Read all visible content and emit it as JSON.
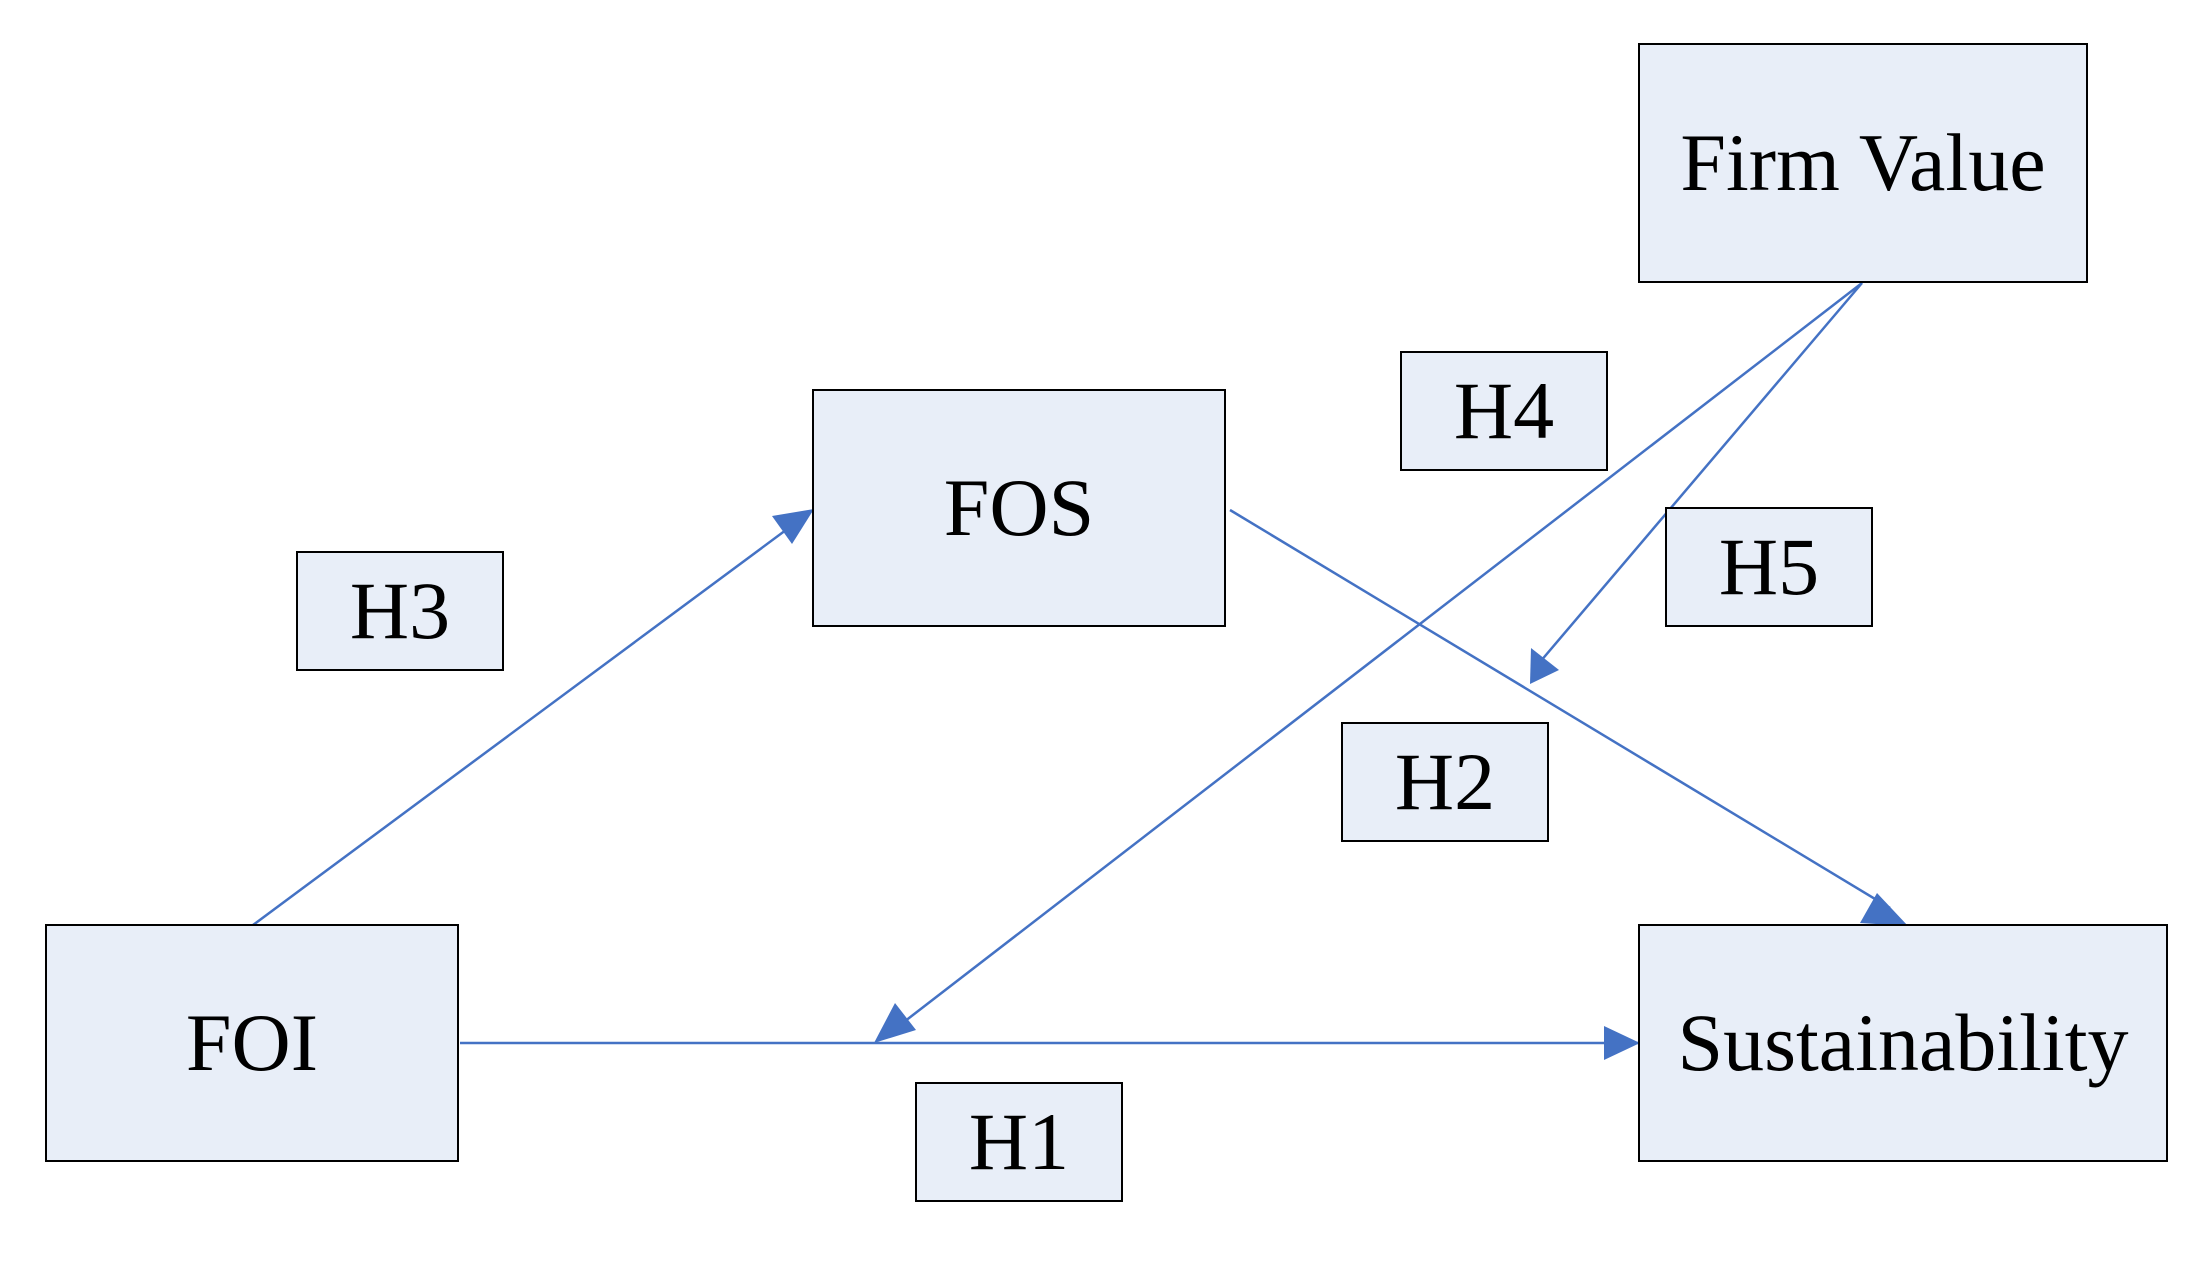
{
  "nodes": {
    "foi": "FOI",
    "fos": "FOS",
    "firm_value": "Firm Value",
    "sustainability": "Sustainability"
  },
  "hypotheses": {
    "h1": "H1",
    "h2": "H2",
    "h3": "H3",
    "h4": "H4",
    "h5": "H5"
  },
  "edges": [
    {
      "from": "FOI",
      "to": "Sustainability",
      "hypothesis": "H1"
    },
    {
      "from": "FOS",
      "to": "Sustainability",
      "hypothesis": "H2"
    },
    {
      "from": "FOI",
      "to": "FOS",
      "hypothesis": "H3"
    },
    {
      "from": "Firm Value",
      "to": "FOI-Sustainability path",
      "hypothesis": "H4"
    },
    {
      "from": "Firm Value",
      "to": "FOS-Sustainability path",
      "hypothesis": "H5"
    }
  ],
  "colors": {
    "box_fill": "#e8eef8",
    "box_border": "#000000",
    "arrow": "#4472c4"
  }
}
